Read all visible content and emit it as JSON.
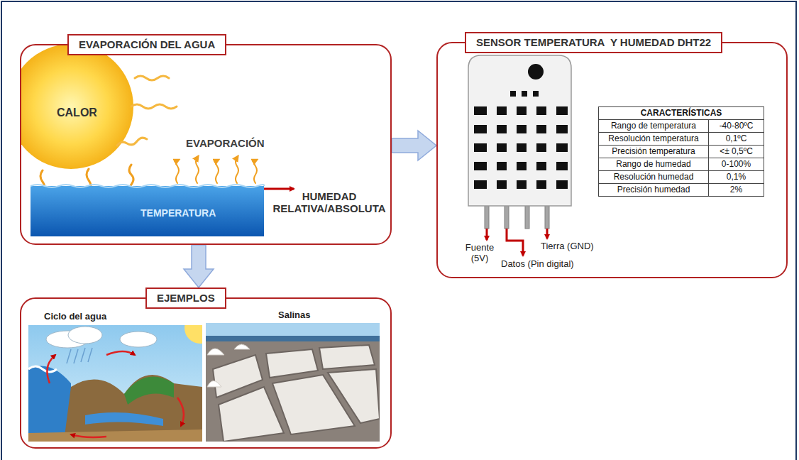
{
  "diagram": {
    "nodes": [
      {
        "text": [
          "EVAPORACIÓN DEL AGUA"
        ]
      },
      {
        "text": [
          "SENSOR TEMPERATURA  Y HUMEDAD DHT22"
        ]
      },
      {
        "text": [
          "EJEMPLOS"
        ]
      }
    ],
    "edges": [
      {
        "from": 0,
        "to": 1,
        "arrow": "to"
      },
      {
        "from": 0,
        "to": 2,
        "arrow": "to"
      }
    ],
    "labels": [
      "CALOR",
      "EVAPORACIÓN",
      "TEMPERATURA",
      "HUMEDAD RELATIVA/ABSOLUTA",
      "Fuente (5V)",
      "Datos (Pin digital)",
      "Tierra (GND)",
      "CARACTERÍSTICAS",
      "Rango de temperatura",
      "-40-80ºC",
      "Resolución temperatura",
      "0,1ºC",
      "Precisión temperatura",
      "<± 0,5ºC",
      "Rango de humedad",
      "0-100%",
      "Resolución  humedad",
      "0,1%",
      "Precisión humedad",
      "2%",
      "Ciclo del agua",
      "Salinas"
    ]
  }
}
